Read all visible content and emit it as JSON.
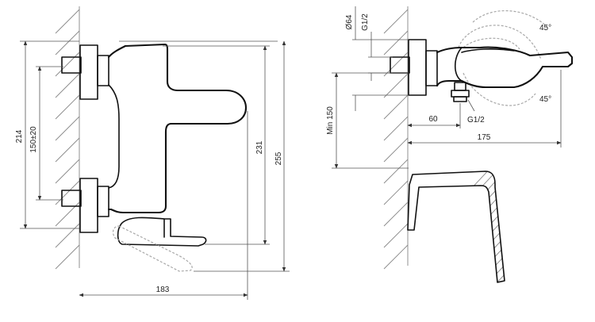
{
  "front_view": {
    "dim_214": "214",
    "dim_150": "150±20",
    "dim_231": "231",
    "dim_255": "255",
    "dim_183": "183"
  },
  "side_view": {
    "dim_d64": "Ø64",
    "dim_g12_top": "G1/2",
    "dim_min150": "Min 150",
    "dim_60": "60",
    "dim_g12_bottom": "G1/2",
    "dim_175": "175",
    "angle_top": "45°",
    "angle_bottom": "45°"
  }
}
